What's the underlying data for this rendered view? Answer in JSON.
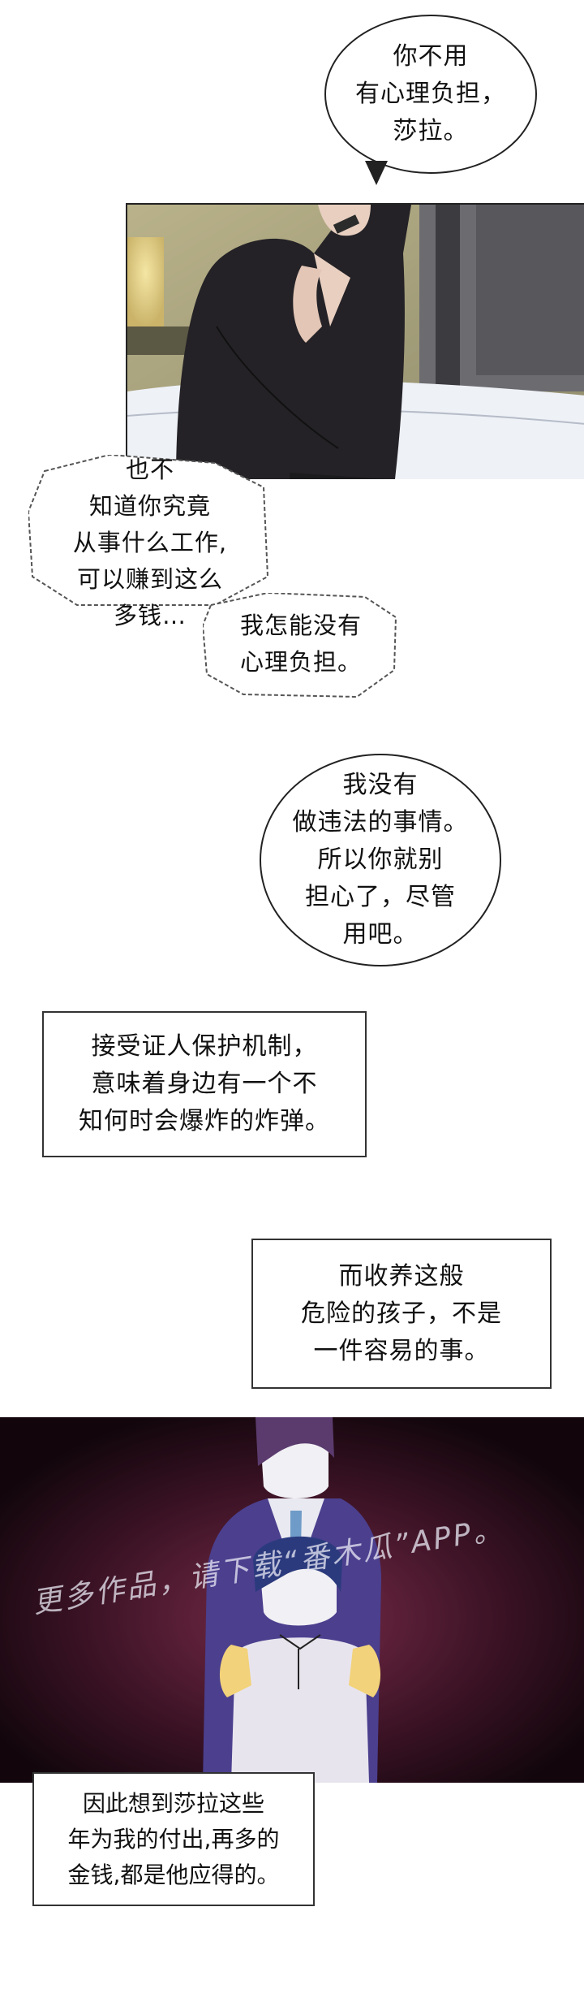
{
  "bubbles": [
    {
      "text": "你不用\n有心理负担，\n莎拉。"
    },
    {
      "text": "也不\n知道你究竟\n从事什么工作,\n可以赚到这么\n多钱…"
    },
    {
      "text": "我怎能没有\n心理负担。"
    },
    {
      "text": "我没有\n做违法的事情。\n所以你就别\n担心了，尽管\n用吧。"
    }
  ],
  "captions": [
    {
      "text": "接受证人保护机制，\n意味着身边有一个不\n知何时会爆炸的炸弹。"
    },
    {
      "text": "而收养这般\n危险的孩子，不是\n一件容易的事。"
    },
    {
      "text": "因此想到莎拉这些\n年为我的付出,再多的\n金钱,都是他应得的。"
    }
  ],
  "watermark": {
    "text": "更多作品，请下载“番木瓜”APP。"
  },
  "colors": {
    "ink": "#111111",
    "dark_panel": "#1a0a12",
    "bed": "#eef1f6"
  }
}
